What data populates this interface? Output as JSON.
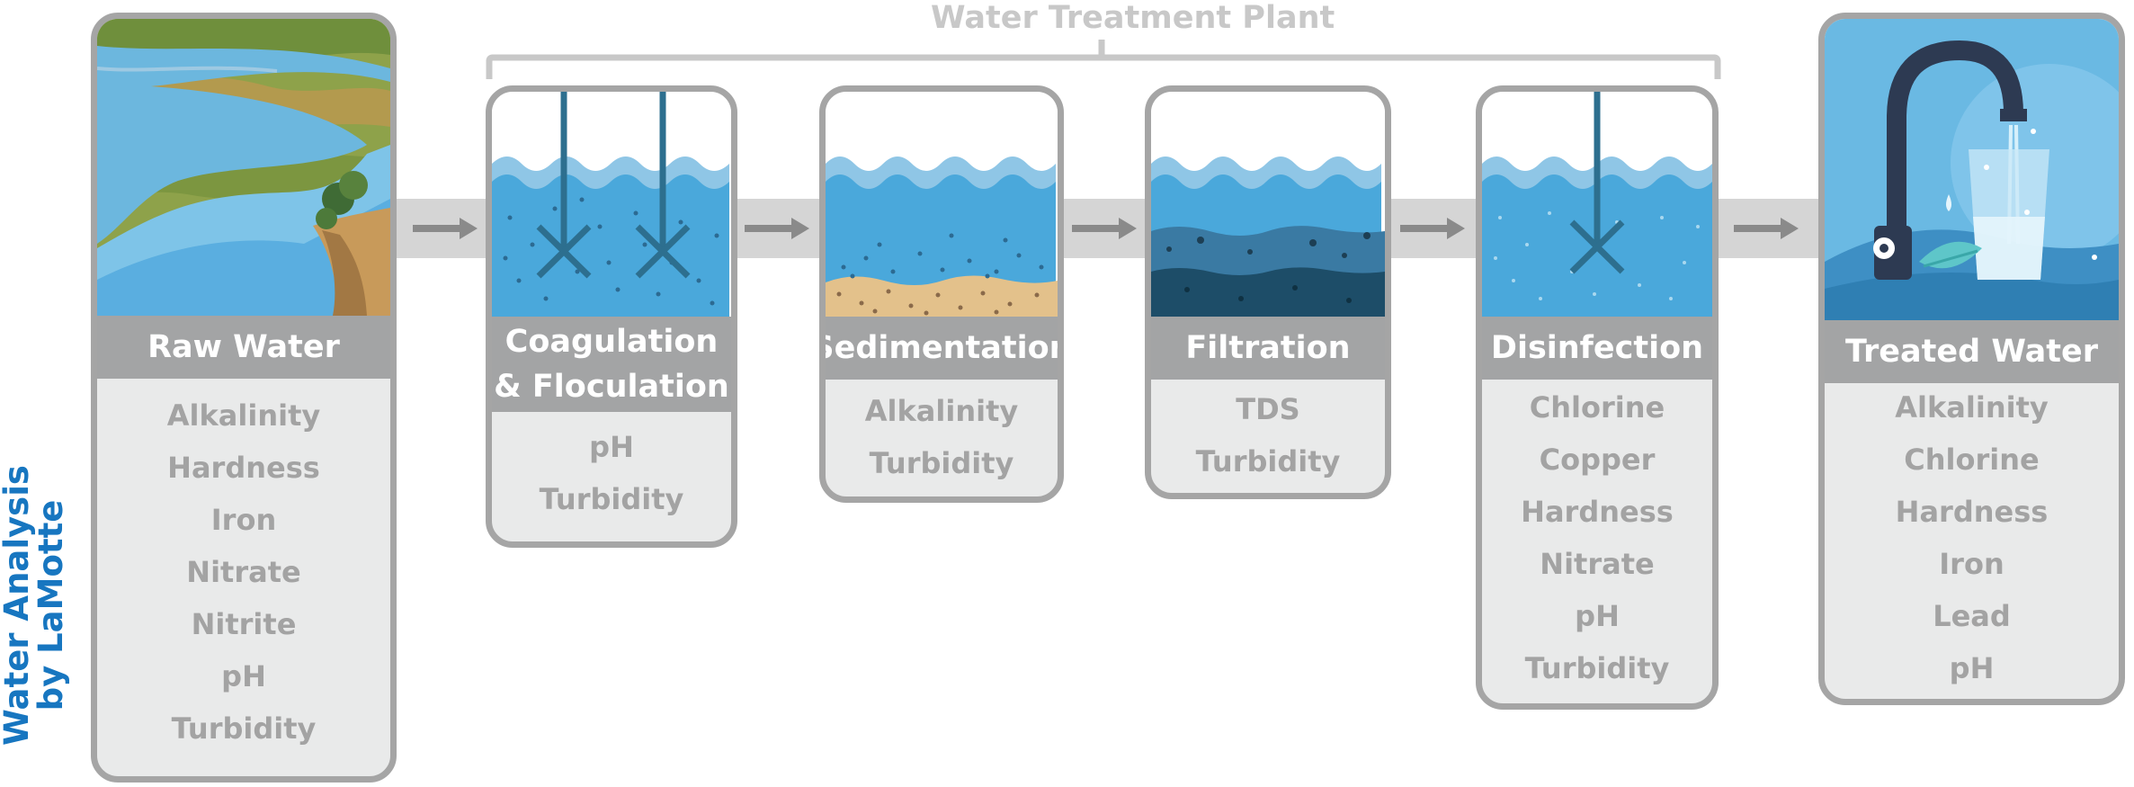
{
  "side_title": {
    "line1": "Water Analysis",
    "line2": "by LaMotte"
  },
  "plant_title": "Water Treatment Plant",
  "colors": {
    "accent_blue": "#1776c0",
    "card_border": "#a5a5a5",
    "title_bar": "#a3a4a5",
    "param_text": "#a3a3a3",
    "water": "#4aa8db"
  },
  "stages": [
    {
      "id": "raw",
      "title_lines": [
        "Raw Water"
      ],
      "icon": "river-landscape-icon",
      "params": [
        "Alkalinity",
        "Hardness",
        "Iron",
        "Nitrate",
        "Nitrite",
        "pH",
        "Turbidity"
      ]
    },
    {
      "id": "coag",
      "title_lines": [
        "Coagulation",
        "& Floculation"
      ],
      "icon": "mixer-tank-icon",
      "params": [
        "pH",
        "Turbidity"
      ]
    },
    {
      "id": "sed",
      "title_lines": [
        "Sedimentation"
      ],
      "icon": "sediment-tank-icon",
      "params": [
        "Alkalinity",
        "Turbidity"
      ]
    },
    {
      "id": "filt",
      "title_lines": [
        "Filtration"
      ],
      "icon": "filter-tank-icon",
      "params": [
        "TDS",
        "Turbidity"
      ]
    },
    {
      "id": "dis",
      "title_lines": [
        "Disinfection"
      ],
      "icon": "disinfection-tank-icon",
      "params": [
        "Chlorine",
        "Copper",
        "Hardness",
        "Nitrate",
        "pH",
        "Turbidity"
      ]
    },
    {
      "id": "treated",
      "title_lines": [
        "Treated Water"
      ],
      "icon": "faucet-glass-icon",
      "params": [
        "Alkalinity",
        "Chlorine",
        "Hardness",
        "Iron",
        "Lead",
        "pH"
      ]
    }
  ]
}
